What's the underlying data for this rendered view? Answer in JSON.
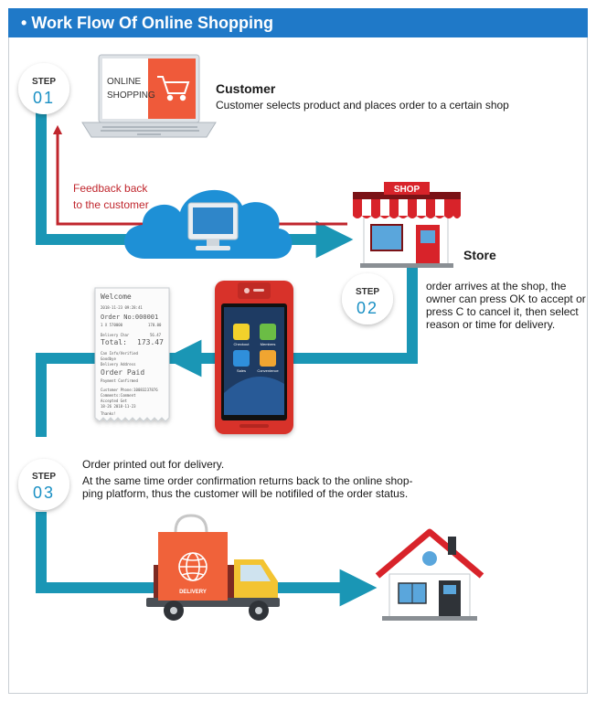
{
  "title": "Work Flow Of  Online Shopping",
  "steps": [
    {
      "label": "STEP",
      "number": "01"
    },
    {
      "label": "STEP",
      "number": "02"
    },
    {
      "label": "STEP",
      "number": "03"
    }
  ],
  "customer": {
    "heading": "Customer",
    "text": "Customer selects product and places order to a certain shop"
  },
  "feedback": {
    "line1": "Feedback back",
    "line2": "to the customer"
  },
  "store": {
    "heading": "Store",
    "lines": [
      "order arrives at the shop, the",
      "owner can press OK to accept or",
      "press C to cancel it, then select",
      "reason or time for delivery."
    ]
  },
  "step3": {
    "lines": [
      "Order printed out for delivery.",
      "At the same time order confirmation returns back to the online shop-",
      "ping platform, thus the customer will be notifiled of the order status."
    ]
  },
  "laptop_sign": {
    "line1": "ONLINE",
    "line2": "SHOPPING"
  },
  "shop_sign": "SHOP",
  "truck_label": "DELIVERY",
  "receipt": {
    "header": "Welcome",
    "date": "2018-11-23 09:28:41",
    "order_no": "Order No:000001",
    "item": "1 X 570000",
    "item_price": "170.00",
    "delivery_label": "Delivery Char",
    "delivery_value": "56.47",
    "total_label": "Total:",
    "total_value": "173.47",
    "line_a": "Can Info/Verified",
    "line_b": "Goodbye",
    "line_c": "Delivery Address",
    "paid": "Order Paid",
    "line_d": "Payment Confirmed",
    "line_e": "Customer Phone:10083237876",
    "line_f": "Comments:Comment",
    "line_g": "Accepted Get",
    "line_h": "18-26 2018-11-23",
    "thanks": "Thanks!"
  },
  "terminal_apps": [
    "Checkout",
    "Members",
    "Sales",
    "Convenience"
  ],
  "colors": {
    "title_bar": "#1f79c8",
    "flow": "#1a96b5",
    "feedback": "#c0262d",
    "step_number": "#1a90c4",
    "cloud": "#1e90d6",
    "awning_red": "#d8232a",
    "terminal_red": "#d8322b",
    "bag_orange": "#f0623a",
    "truck_yellow": "#f3c432"
  }
}
